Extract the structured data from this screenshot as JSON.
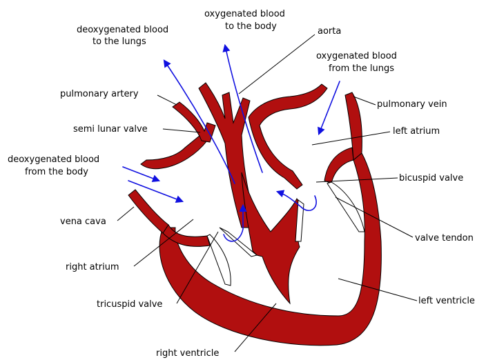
{
  "colors": {
    "heart_wall": "#b10f0f",
    "blood_flow_arrow": "#1010e0",
    "label_text": "#000000",
    "background": "#ffffff"
  },
  "labels": {
    "deoxy_to_lungs_1": "deoxygenated blood",
    "deoxy_to_lungs_2": "to the lungs",
    "oxy_to_body_1": "oxygenated blood",
    "oxy_to_body_2": "to the body",
    "aorta": "aorta",
    "oxy_from_lungs_1": "oxygenated blood",
    "oxy_from_lungs_2": "from the lungs",
    "pulmonary_artery": "pulmonary artery",
    "pulmonary_vein": "pulmonary vein",
    "semi_lunar_valve": "semi lunar valve",
    "left_atrium": "left atrium",
    "deoxy_from_body_1": "deoxygenated blood",
    "deoxy_from_body_2": "from the body",
    "bicuspid_valve": "bicuspid valve",
    "vena_cava": "vena cava",
    "valve_tendon": "valve tendon",
    "right_atrium": "right atrium",
    "tricuspid_valve": "tricuspid valve",
    "left_ventricle": "left ventricle",
    "right_ventricle": "right ventricle"
  }
}
